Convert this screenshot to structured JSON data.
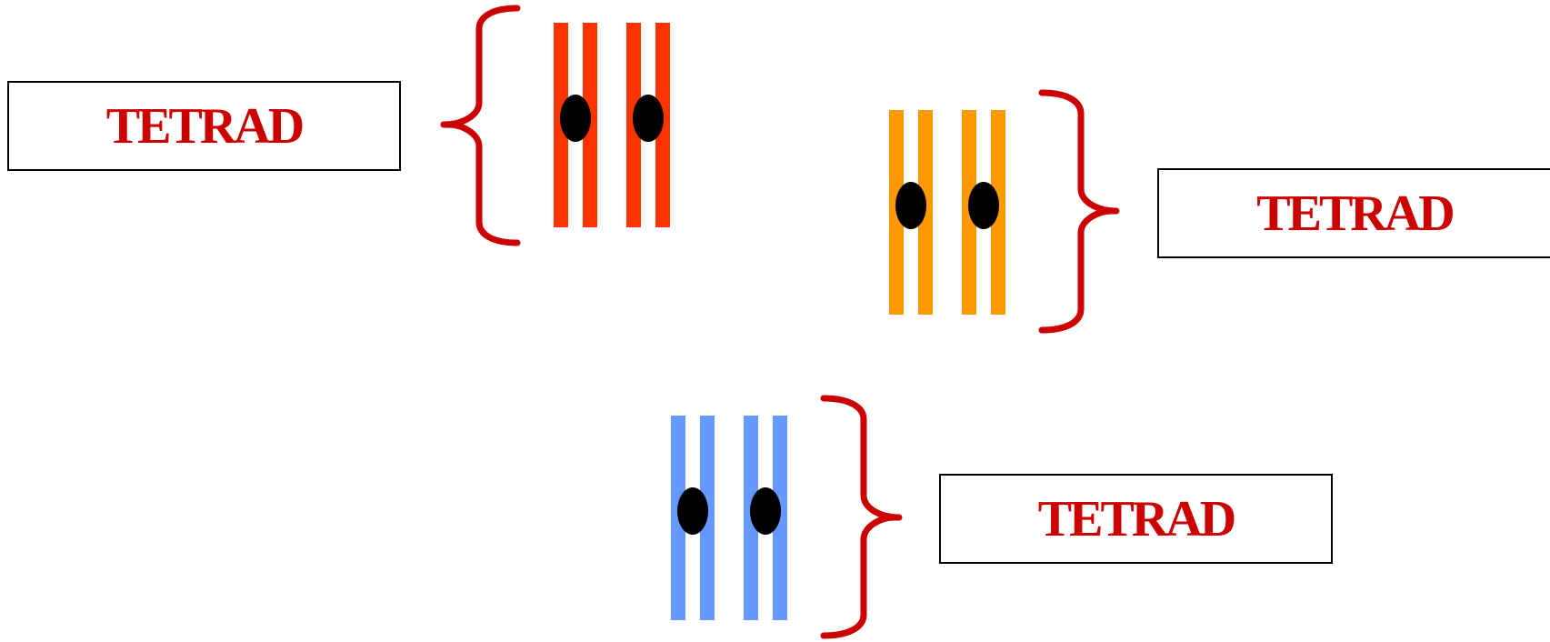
{
  "labels": [
    {
      "text": "TETRAD",
      "color": "#cc0000"
    },
    {
      "text": "TETRAD",
      "color": "#cc0000"
    },
    {
      "text": "TETRAD",
      "color": "#cc0000"
    }
  ],
  "tetrads": [
    {
      "chromatid_color": "#ff3300",
      "brace_color": "#cc0000",
      "brace_side": "left"
    },
    {
      "chromatid_color": "#ff9900",
      "brace_color": "#cc0000",
      "brace_side": "right"
    },
    {
      "chromatid_color": "#6699ff",
      "brace_color": "#cc0000",
      "brace_side": "right"
    }
  ],
  "centromere_color": "#000000"
}
